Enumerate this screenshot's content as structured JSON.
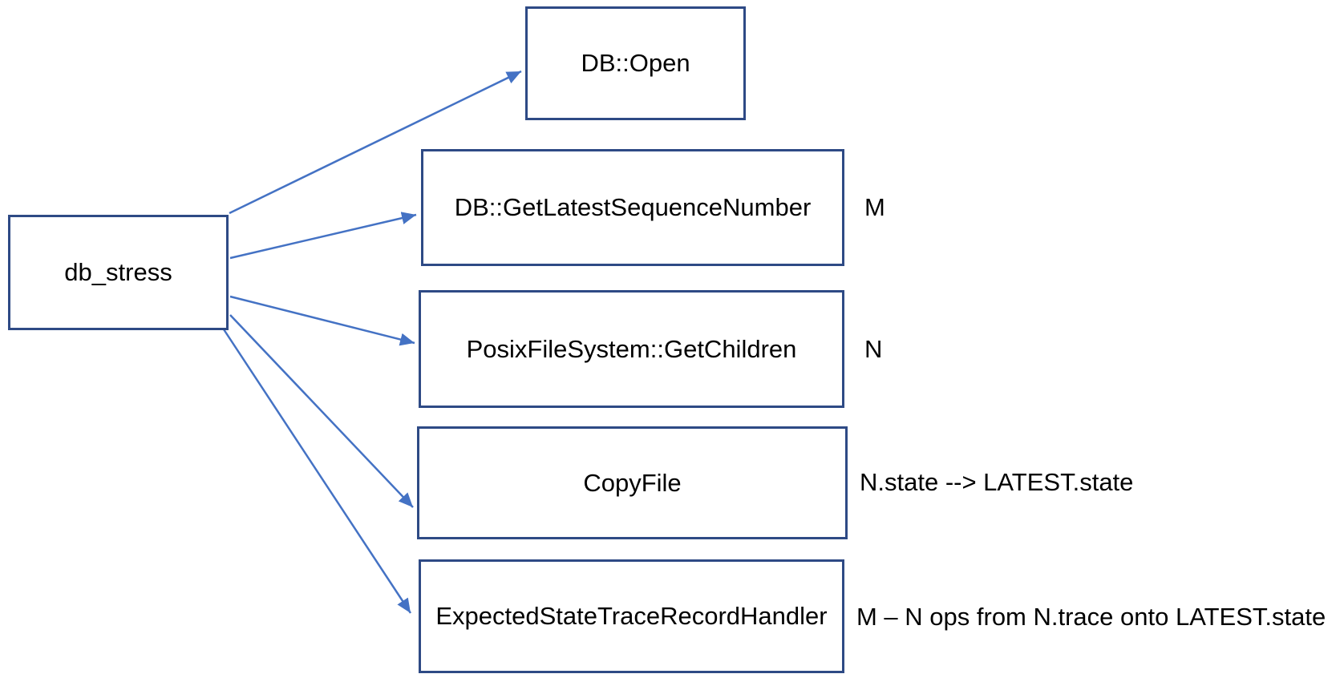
{
  "diagram": {
    "source": {
      "label": "db_stress"
    },
    "targets": [
      {
        "label": "DB::Open",
        "annotation": ""
      },
      {
        "label": "DB::GetLatestSequenceNumber",
        "annotation": "M"
      },
      {
        "label": "PosixFileSystem::GetChildren",
        "annotation": "N"
      },
      {
        "label": "CopyFile",
        "annotation": "N.state --> LATEST.state"
      },
      {
        "label": "ExpectedStateTraceRecordHandler",
        "annotation": "M – N ops from N.trace onto LATEST.state"
      }
    ],
    "edges": [
      {
        "from": "db_stress",
        "to": "DB::Open"
      },
      {
        "from": "db_stress",
        "to": "DB::GetLatestSequenceNumber"
      },
      {
        "from": "db_stress",
        "to": "PosixFileSystem::GetChildren"
      },
      {
        "from": "db_stress",
        "to": "CopyFile"
      },
      {
        "from": "db_stress",
        "to": "ExpectedStateTraceRecordHandler"
      }
    ],
    "colors": {
      "box_border": "#2e4a85",
      "arrow": "#4472c4",
      "text": "#000000",
      "background": "#ffffff"
    }
  }
}
